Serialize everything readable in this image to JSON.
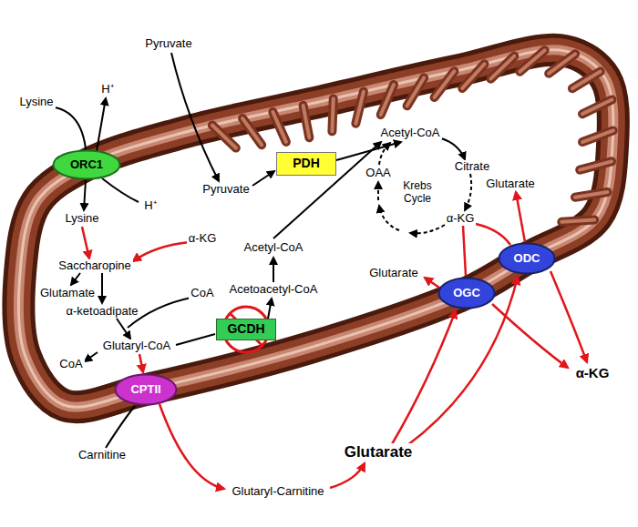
{
  "diagram": {
    "nodes": [
      {
        "text": [
          "ORC1"
        ]
      },
      {
        "text": [
          "PDH"
        ]
      },
      {
        "text": [
          "GCDH"
        ]
      },
      {
        "text": [
          "CPTII"
        ]
      },
      {
        "text": [
          "OGC"
        ]
      },
      {
        "text": [
          "ODC"
        ]
      }
    ],
    "labels": [
      "Lysine",
      "H⁺",
      "Pyruvate",
      "H⁺",
      "Lysine",
      "Pyruvate",
      "α-KG",
      "Saccharopine",
      "Glutamate",
      "CoA",
      "α-ketoadipate",
      "Glutaryl-CoA",
      "CoA",
      "Carnitine",
      "Glutaryl-Carnitine",
      "Glutarate",
      "Acetyl-CoA",
      "Citrate",
      "OAA",
      "Krebs Cycle",
      "α-KG",
      "Glutarate",
      "Acetyl-CoA",
      "Acetoacetyl-CoA",
      "Glutarate",
      "α-KG"
    ]
  }
}
